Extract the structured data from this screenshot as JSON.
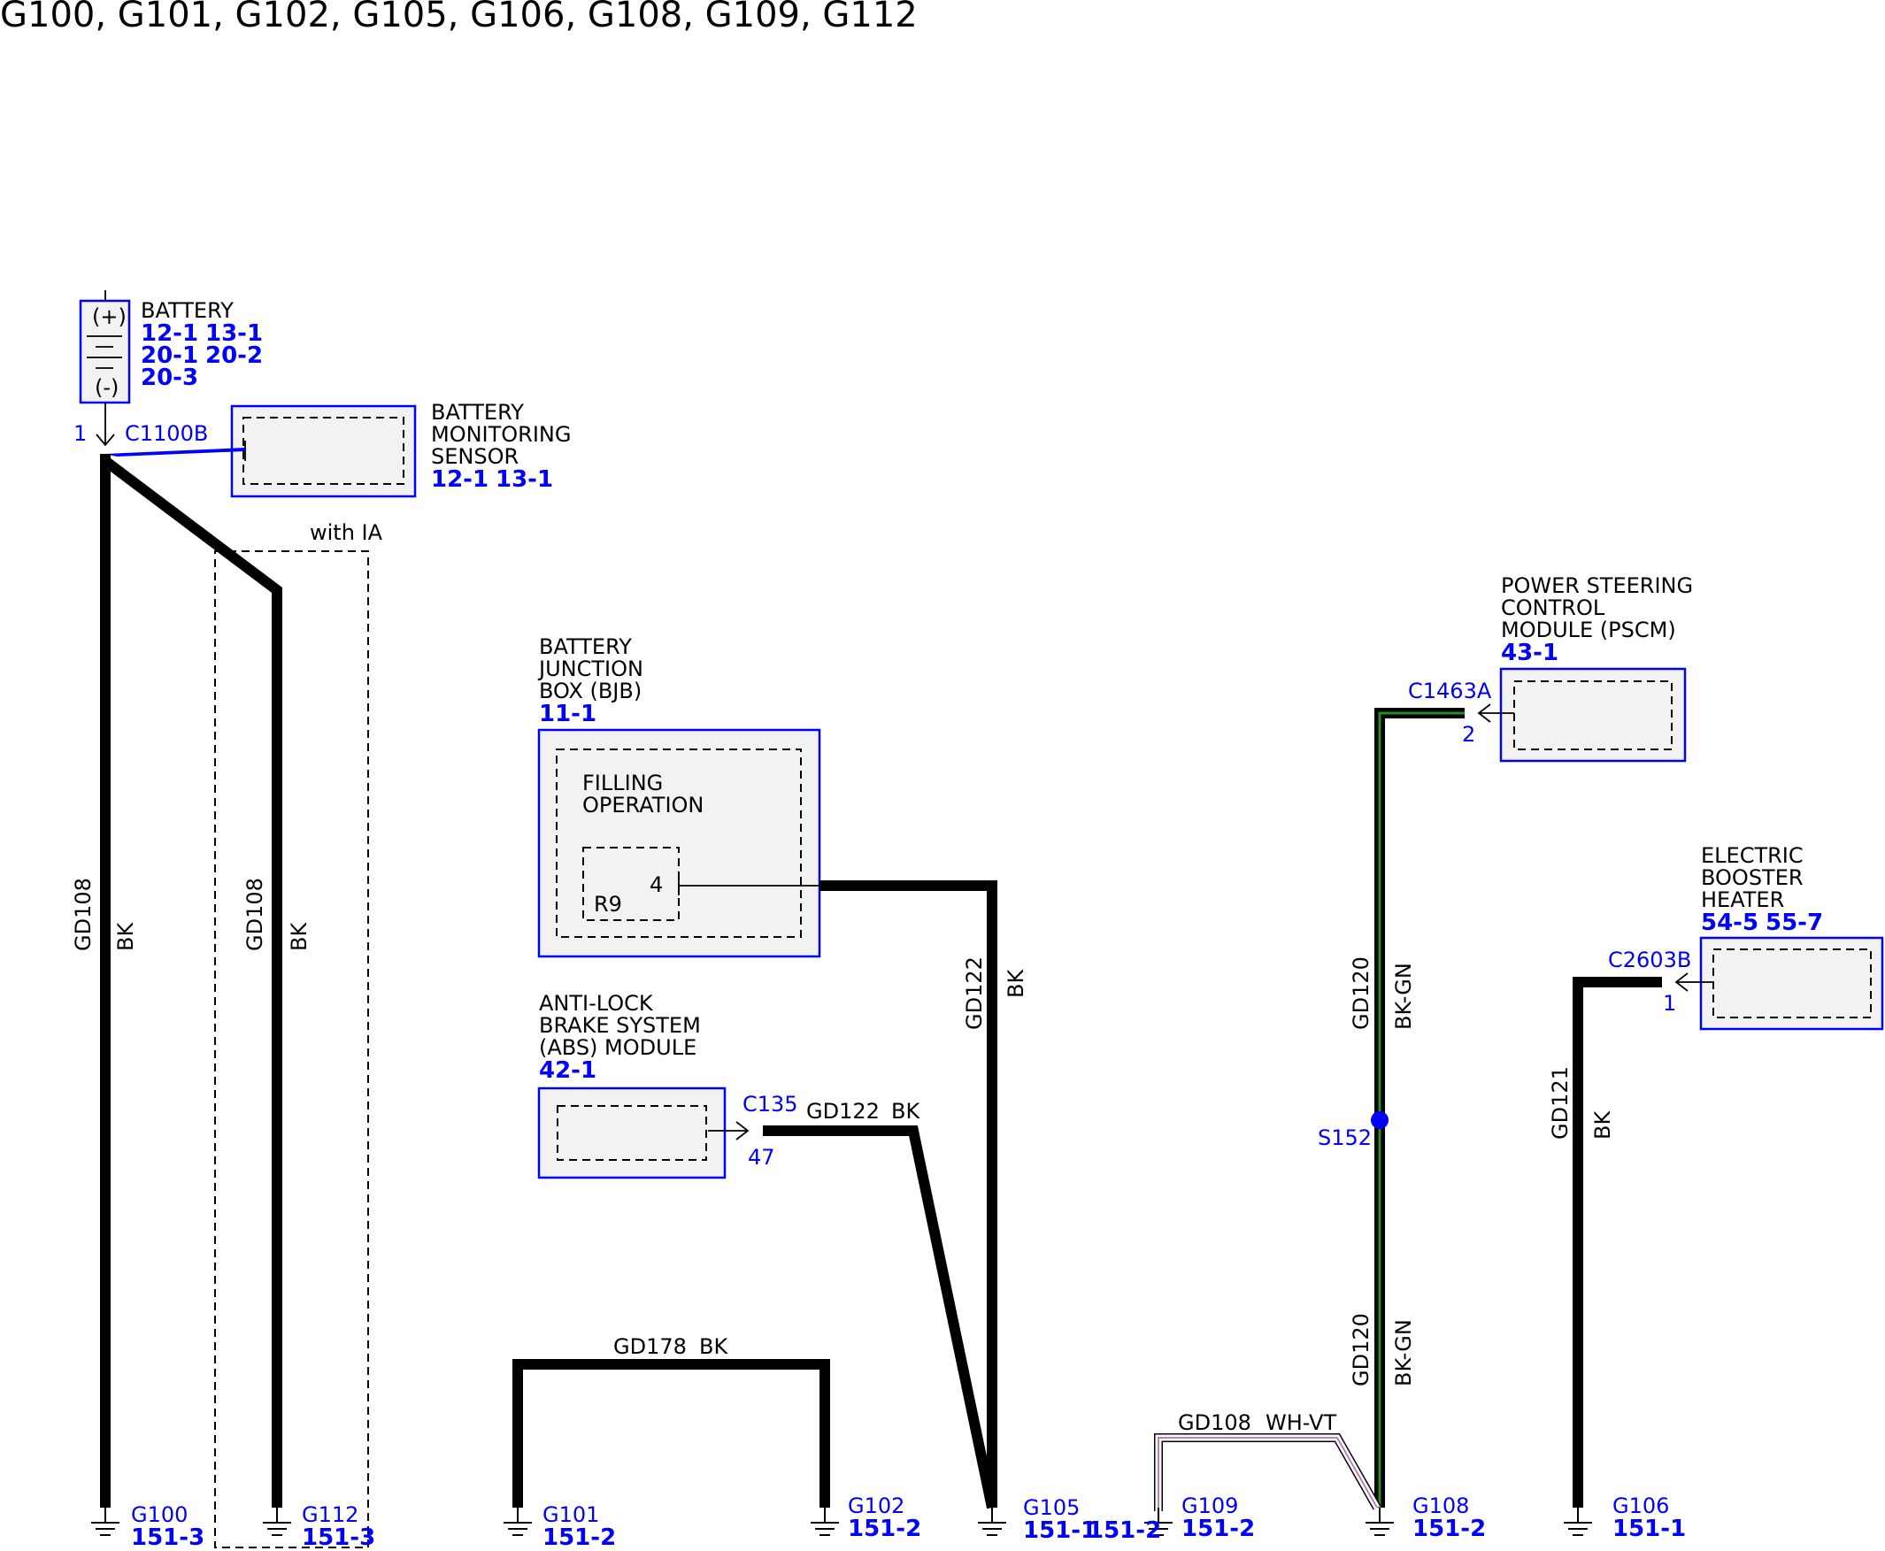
{
  "title": "G100, G101, G102, G105, G106, G108, G109, G112",
  "components": {
    "battery": {
      "name": "BATTERY",
      "plus": "(+)",
      "minus": "(-)",
      "refs": [
        "12-1",
        "13-1",
        "20-1",
        "20-2",
        "20-3"
      ]
    },
    "bms": {
      "name": [
        "BATTERY",
        "MONITORING",
        "SENSOR"
      ],
      "refs": [
        "12-1",
        "13-1"
      ]
    },
    "bjb": {
      "name": [
        "BATTERY",
        "JUNCTION",
        "BOX (BJB)"
      ],
      "ref": "11-1",
      "inner_label": [
        "FILLING",
        "OPERATION"
      ],
      "relay": "R9",
      "pin": "4"
    },
    "abs": {
      "name": [
        "ANTI-LOCK",
        "BRAKE SYSTEM",
        "(ABS) MODULE"
      ],
      "ref": "42-1"
    },
    "pscm": {
      "name": [
        "POWER STEERING",
        "CONTROL",
        "MODULE (PSCM)"
      ],
      "ref": "43-1"
    },
    "ebh": {
      "name": [
        "ELECTRIC",
        "BOOSTER",
        "HEATER"
      ],
      "refs": [
        "54-5",
        "55-7"
      ]
    }
  },
  "connectors": {
    "c1100b": {
      "name": "C1100B",
      "pin": "1"
    },
    "c135": {
      "name": "C135",
      "pin": "47"
    },
    "c1463a": {
      "name": "C1463A",
      "pin": "2"
    },
    "c2603b": {
      "name": "C2603B",
      "pin": "1"
    }
  },
  "option_label": "with IA",
  "splice": "S152",
  "wires": {
    "gd108_a": {
      "circuit": "GD108",
      "color": "BK"
    },
    "gd108_b": {
      "circuit": "GD108",
      "color": "BK"
    },
    "gd122_vert": {
      "circuit": "GD122",
      "color": "BK"
    },
    "gd122_horiz": {
      "circuit": "GD122",
      "color": "BK"
    },
    "gd178": {
      "circuit": "GD178",
      "color": "BK"
    },
    "gd120_upper": {
      "circuit": "GD120",
      "color": "BK-GN"
    },
    "gd120_lower": {
      "circuit": "GD120",
      "color": "BK-GN"
    },
    "gd108_wv": {
      "circuit": "GD108",
      "color": "WH-VT"
    },
    "gd121": {
      "circuit": "GD121",
      "color": "BK"
    }
  },
  "grounds": {
    "g100": {
      "name": "G100",
      "ref": "151-3"
    },
    "g112": {
      "name": "G112",
      "ref": "151-3"
    },
    "g101": {
      "name": "G101",
      "ref": "151-2"
    },
    "g102": {
      "name": "G102",
      "ref": "151-2"
    },
    "g105": {
      "name": "G105",
      "ref1": "151-1",
      "ref2": "151-2"
    },
    "g109": {
      "name": "G109",
      "ref": "151-2"
    },
    "g108": {
      "name": "G108",
      "ref": "151-2"
    },
    "g106": {
      "name": "G106",
      "ref": "151-1"
    }
  },
  "colors": {
    "accent": "#0000ff",
    "wire": "#000000",
    "green": "#2a8a2a",
    "violet": "#c080c0",
    "fill": "#f2f2f2"
  }
}
